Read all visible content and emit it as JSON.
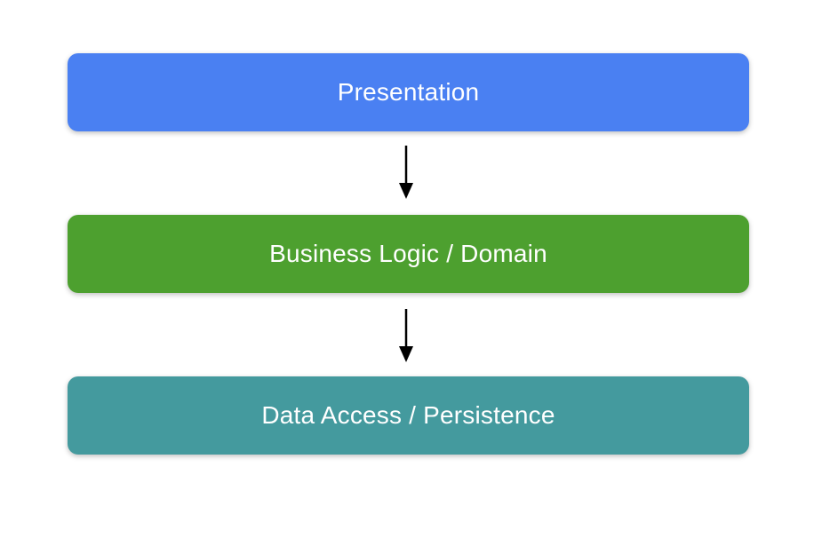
{
  "diagram": {
    "background": "#ffffff",
    "text_color": "#ffffff",
    "arrow_color": "#000000",
    "layers": [
      {
        "label": "Presentation",
        "color": "#4a80f2"
      },
      {
        "label": "Business Logic / Domain",
        "color": "#4da02f"
      },
      {
        "label": "Data Access / Persistence",
        "color": "#449a9e"
      }
    ]
  }
}
